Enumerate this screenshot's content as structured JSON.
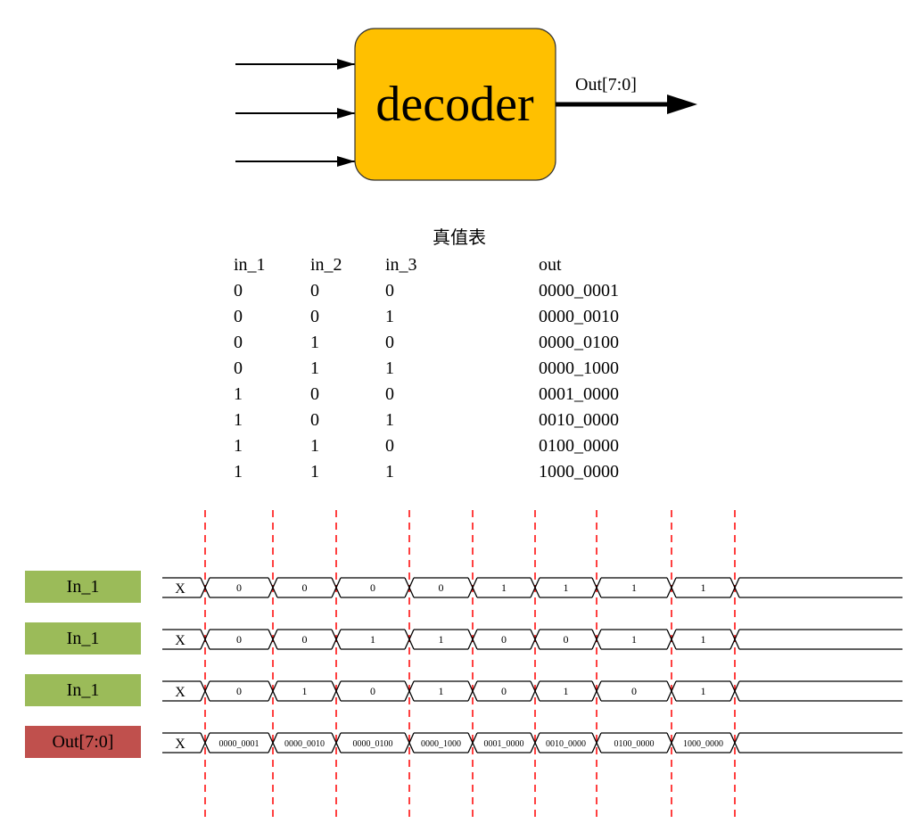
{
  "block": {
    "name": "decoder",
    "output_label": "Out[7:0]",
    "fill_color": "#FFC000"
  },
  "truth_table": {
    "title": "真值表",
    "headers": [
      "in_1",
      "in_2",
      "in_3",
      "out"
    ],
    "rows": [
      [
        "0",
        "0",
        "0",
        "0000_0001"
      ],
      [
        "0",
        "0",
        "1",
        "0000_0010"
      ],
      [
        "0",
        "1",
        "0",
        "0000_0100"
      ],
      [
        "0",
        "1",
        "1",
        "0000_1000"
      ],
      [
        "1",
        "0",
        "0",
        "0001_0000"
      ],
      [
        "1",
        "0",
        "1",
        "0010_0000"
      ],
      [
        "1",
        "1",
        "0",
        "0100_0000"
      ],
      [
        "1",
        "1",
        "1",
        "1000_0000"
      ]
    ]
  },
  "timing": {
    "signals": [
      {
        "name": "In_1",
        "kind": "in",
        "values": [
          "X",
          "0",
          "0",
          "0",
          "0",
          "1",
          "1",
          "1",
          "1"
        ]
      },
      {
        "name": "In_1",
        "kind": "in",
        "values": [
          "X",
          "0",
          "0",
          "1",
          "1",
          "0",
          "0",
          "1",
          "1"
        ]
      },
      {
        "name": "In_1",
        "kind": "in",
        "values": [
          "X",
          "0",
          "1",
          "0",
          "1",
          "0",
          "1",
          "0",
          "1"
        ]
      },
      {
        "name": "Out[7:0]",
        "kind": "out",
        "values": [
          "X",
          "0000_0001",
          "0000_0010",
          "0000_0100",
          "0000_1000",
          "0001_0000",
          "0010_0000",
          "0100_0000",
          "1000_0000"
        ]
      }
    ],
    "colors": {
      "input_label": "#9BBB59",
      "output_label": "#C0504D",
      "marker": "#FF0000"
    }
  }
}
